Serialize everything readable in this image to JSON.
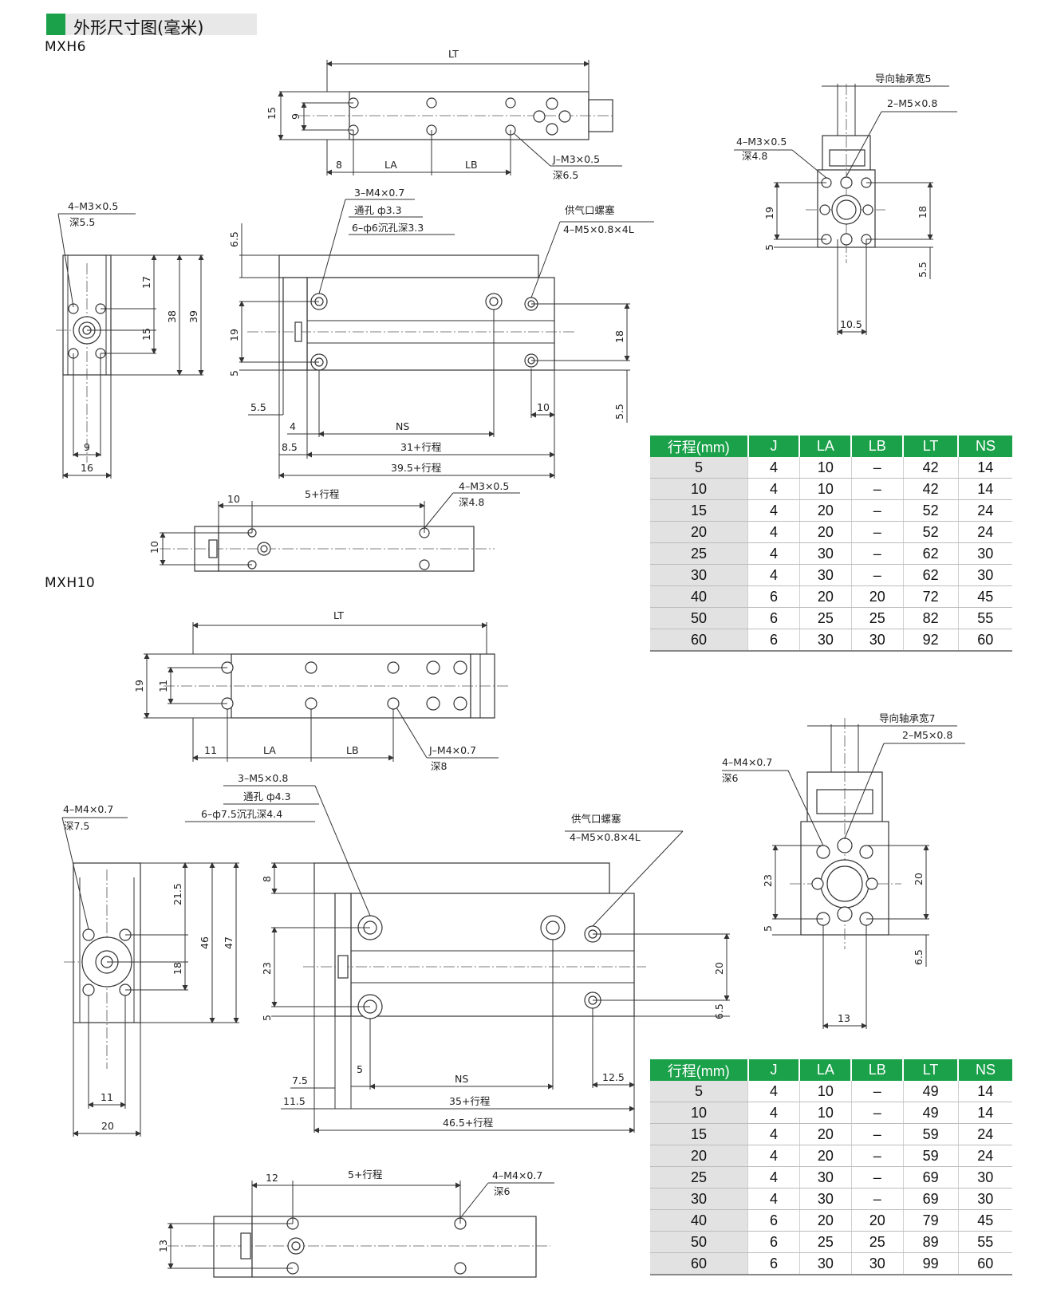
{
  "header": {
    "title": "外形尺寸图(毫米)"
  },
  "models": [
    {
      "name": "MXH6",
      "table": {
        "columns": [
          "行程(mm)",
          "J",
          "LA",
          "LB",
          "LT",
          "NS"
        ],
        "rows": [
          [
            "5",
            "4",
            "10",
            "–",
            "42",
            "14"
          ],
          [
            "10",
            "4",
            "10",
            "–",
            "42",
            "14"
          ],
          [
            "15",
            "4",
            "20",
            "–",
            "52",
            "24"
          ],
          [
            "20",
            "4",
            "20",
            "–",
            "52",
            "24"
          ],
          [
            "25",
            "4",
            "30",
            "–",
            "62",
            "30"
          ],
          [
            "30",
            "4",
            "30",
            "–",
            "62",
            "30"
          ],
          [
            "40",
            "6",
            "20",
            "20",
            "72",
            "45"
          ],
          [
            "50",
            "6",
            "25",
            "25",
            "82",
            "55"
          ],
          [
            "60",
            "6",
            "30",
            "30",
            "92",
            "60"
          ]
        ]
      }
    },
    {
      "name": "MXH10",
      "table": {
        "columns": [
          "行程(mm)",
          "J",
          "LA",
          "LB",
          "LT",
          "NS"
        ],
        "rows": [
          [
            "5",
            "4",
            "10",
            "–",
            "49",
            "14"
          ],
          [
            "10",
            "4",
            "10",
            "–",
            "49",
            "14"
          ],
          [
            "15",
            "4",
            "20",
            "–",
            "59",
            "24"
          ],
          [
            "20",
            "4",
            "20",
            "–",
            "59",
            "24"
          ],
          [
            "25",
            "4",
            "30",
            "–",
            "69",
            "30"
          ],
          [
            "30",
            "4",
            "30",
            "–",
            "69",
            "30"
          ],
          [
            "40",
            "6",
            "20",
            "20",
            "79",
            "45"
          ],
          [
            "50",
            "6",
            "25",
            "25",
            "89",
            "55"
          ],
          [
            "60",
            "6",
            "30",
            "30",
            "99",
            "60"
          ]
        ]
      }
    }
  ],
  "labels": {
    "mxh6_top": {
      "lt": "LT",
      "d15": "15",
      "d9": "9",
      "d8": "8",
      "la": "LA",
      "lb": "LB",
      "j": "J–M3×0.5",
      "j_depth": "深6.5"
    },
    "mxh6_end": {
      "m3": "4–M3×0.5",
      "depth": "深5.5",
      "d17": "17",
      "d15": "15",
      "d38": "38",
      "d39": "39",
      "d9": "9",
      "d16": "16"
    },
    "mxh6_side": {
      "c1": "3–M4×0.7",
      "c2": "通孔 ф3.3",
      "c3": "6–ф6沉孔深3.3",
      "plug": "供气口螺塞",
      "plug_spec": "4–M5×0.8×4L",
      "d65": "6.5",
      "d19": "19",
      "d5": "5",
      "d18": "18",
      "d55a": "5.5",
      "d10": "10",
      "d55b": "5.5",
      "d4": "4",
      "ns": "NS",
      "d85": "8.5",
      "s31": "31+行程",
      "s395": "39.5+行程"
    },
    "mxh6_bottom": {
      "d10": "10",
      "s5": "5+行程",
      "m3": "4–M3×0.5",
      "depth": "深4.8",
      "d10v": "10"
    },
    "mxh6_front": {
      "guide": "导向轴承宽5",
      "m5": "2–M5×0.8",
      "m3": "4–M3×0.5",
      "depth": "深4.8",
      "d19": "19",
      "d5": "5",
      "d18": "18",
      "d55": "5.5",
      "d105": "10.5"
    },
    "mxh10_top": {
      "lt": "LT",
      "d19": "19",
      "d11": "11",
      "d11b": "11",
      "la": "LA",
      "lb": "LB",
      "j": "J–M4×0.7",
      "j_depth": "深8"
    },
    "mxh10_end": {
      "m4": "4–M4×0.7",
      "depth": "深7.5",
      "d215": "21.5",
      "d18": "18",
      "d46": "46",
      "d47": "47",
      "d11": "11",
      "d20": "20"
    },
    "mxh10_side": {
      "c1": "3–M5×0.8",
      "c2": "通孔 ф4.3",
      "c3": "6–ф7.5沉孔深4.4",
      "plug": "供气口螺塞",
      "plug_spec": "4–M5×0.8×4L",
      "d8": "8",
      "d23": "23",
      "d5": "5",
      "d20": "20",
      "d65": "6.5",
      "d5b": "5",
      "d75": "7.5",
      "ns": "NS",
      "d125": "12.5",
      "d115": "11.5",
      "s35": "35+行程",
      "s465": "46.5+行程"
    },
    "mxh10_bottom": {
      "d12": "12",
      "s5": "5+行程",
      "m4": "4–M4×0.7",
      "depth": "深6",
      "d13": "13"
    },
    "mxh10_front": {
      "guide": "导向轴承宽7",
      "m5": "2–M5×0.8",
      "m4": "4–M4×0.7",
      "depth": "深6",
      "d23": "23",
      "d5": "5",
      "d20": "20",
      "d65": "6.5",
      "d13": "13"
    }
  }
}
